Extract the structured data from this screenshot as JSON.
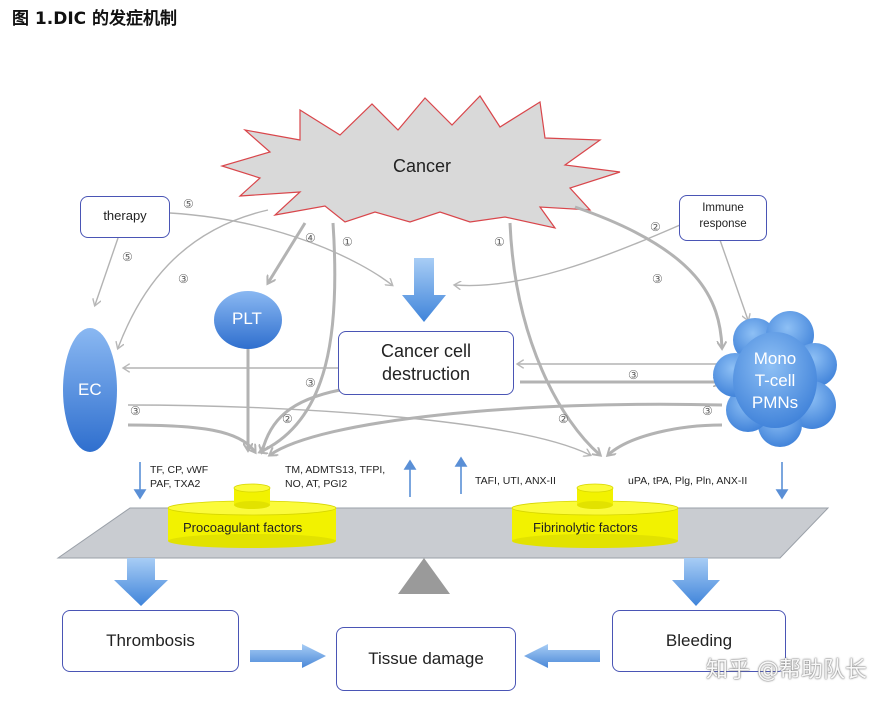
{
  "page_title": "图 1.DIC 的发症机制",
  "nodes": {
    "cancer": "Cancer",
    "therapy": "therapy",
    "immune": "Immune\nresponse",
    "plt": "PLT",
    "ec": "EC",
    "destruction": "Cancer cell\ndestruction",
    "immune_cells": "Mono\nT-cell\nPMNs",
    "procoagulant": "Procoagulant factors",
    "fibrinolytic": "Fibrinolytic factors",
    "thrombosis": "Thrombosis",
    "tissue_damage": "Tissue damage",
    "bleeding": "Bleeding"
  },
  "factor_labels": {
    "procoag_left": "TF, CP, vWF\nPAF, TXA2",
    "anticoag_right": "TM, ADMTS13, TFPI,\nNO, AT, PGI2",
    "antifib_left": "TAFI, UTI, ANX-II",
    "fibrin_right": "uPA, tPA, Plg, Pln, ANX-II"
  },
  "pathway_marks": [
    "①",
    "②",
    "③",
    "④",
    "⑤"
  ],
  "watermark": "知乎 @帮助队长",
  "colors": {
    "star_fill": "#d9d9d9",
    "star_stroke": "#d9464b",
    "box_border": "#4a55b5",
    "blue_fill": "#4f8ee0",
    "yellow": "#f2f200",
    "gray_arrow": "#b3b3b3",
    "plate": "#c9ccd1"
  }
}
